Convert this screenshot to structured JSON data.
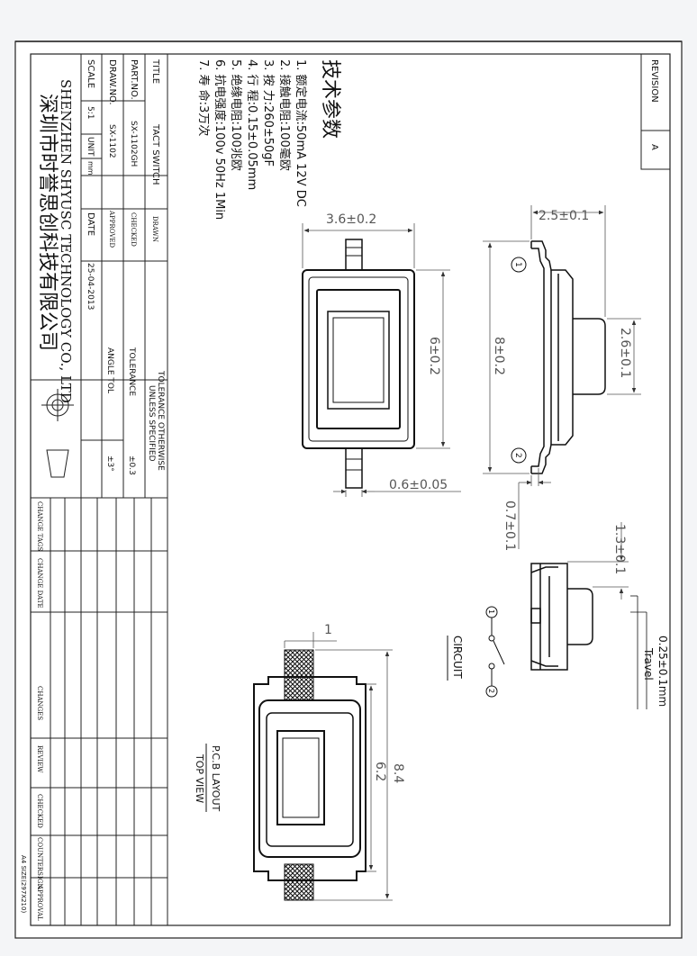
{
  "revision": {
    "label": "REVISION",
    "value": "A"
  },
  "tech": {
    "heading": "技术参数",
    "lines": [
      "1. 额定电流:50mA 12V DC",
      "2. 接触电阻:100毫欧",
      "3. 按      力:260±50gF",
      "4. 行      程:0.15±0.05mm",
      "5. 绝缘电阻:100兆欧",
      "6. 抗电强度:100v 50Hz 1Min",
      "7. 寿      命:3万次"
    ]
  },
  "title_block": {
    "title_label": "TITLE",
    "title_value": "TACT SWITCH",
    "drawn_label": "DRAWN",
    "part_label": "PART.NO.",
    "part_value": "SX-1102GH",
    "checked_label": "CHECKED",
    "draw_label": "DRAW.NO.",
    "draw_value": "SX-1102",
    "approved_label": "APPROVED",
    "scale_label": "SCALE",
    "scale_value": "5:1",
    "unit_label": "UNIT",
    "unit_value": "mm",
    "date_label": "DATE",
    "date_value": "25-04-2013",
    "company_en": "SHENZHEN SHYUSC TECHNOLOGY CO., LTD",
    "company_cn": "深圳市时誉思创科技有限公司",
    "tol_heading_1": "TOLERANCE OTHERWISE",
    "tol_heading_2": "UNLESS SPECIFIED",
    "tol_label": "TOLERANCE",
    "tol_value": "±0.3",
    "angle_label": "ANGLE TOL",
    "angle_value": "±3°"
  },
  "change_columns": [
    "CHANGE TAGS",
    "CHANGE DATE",
    "CHANGES",
    "REVIEW",
    "CHECKED",
    "COUNTERSIGN",
    "APPROVAL"
  ],
  "sheet_size": "A4 SIZE(297X210)",
  "dims": {
    "top_width": "3.6±0.2",
    "top_length": "6±0.2",
    "terminal_width": "0.6±0.05",
    "side_width": "2.5±0.1",
    "side_length": "8±0.2",
    "stem_length": "2.6±0.1",
    "terminal_thk": "0.7±0.1",
    "stem_height": "1.3±0.1",
    "travel_value": "0.25±0.1mm",
    "travel_label": "Travel",
    "pad_width": "1",
    "pcb_outer": "8.4",
    "pcb_inner": "6.2"
  },
  "circuit_label": "CIRCUIT",
  "pcb_label_1": "P.C.B LAYOUT",
  "pcb_label_2": "TOP  VIEW",
  "pins": [
    "1",
    "2"
  ]
}
